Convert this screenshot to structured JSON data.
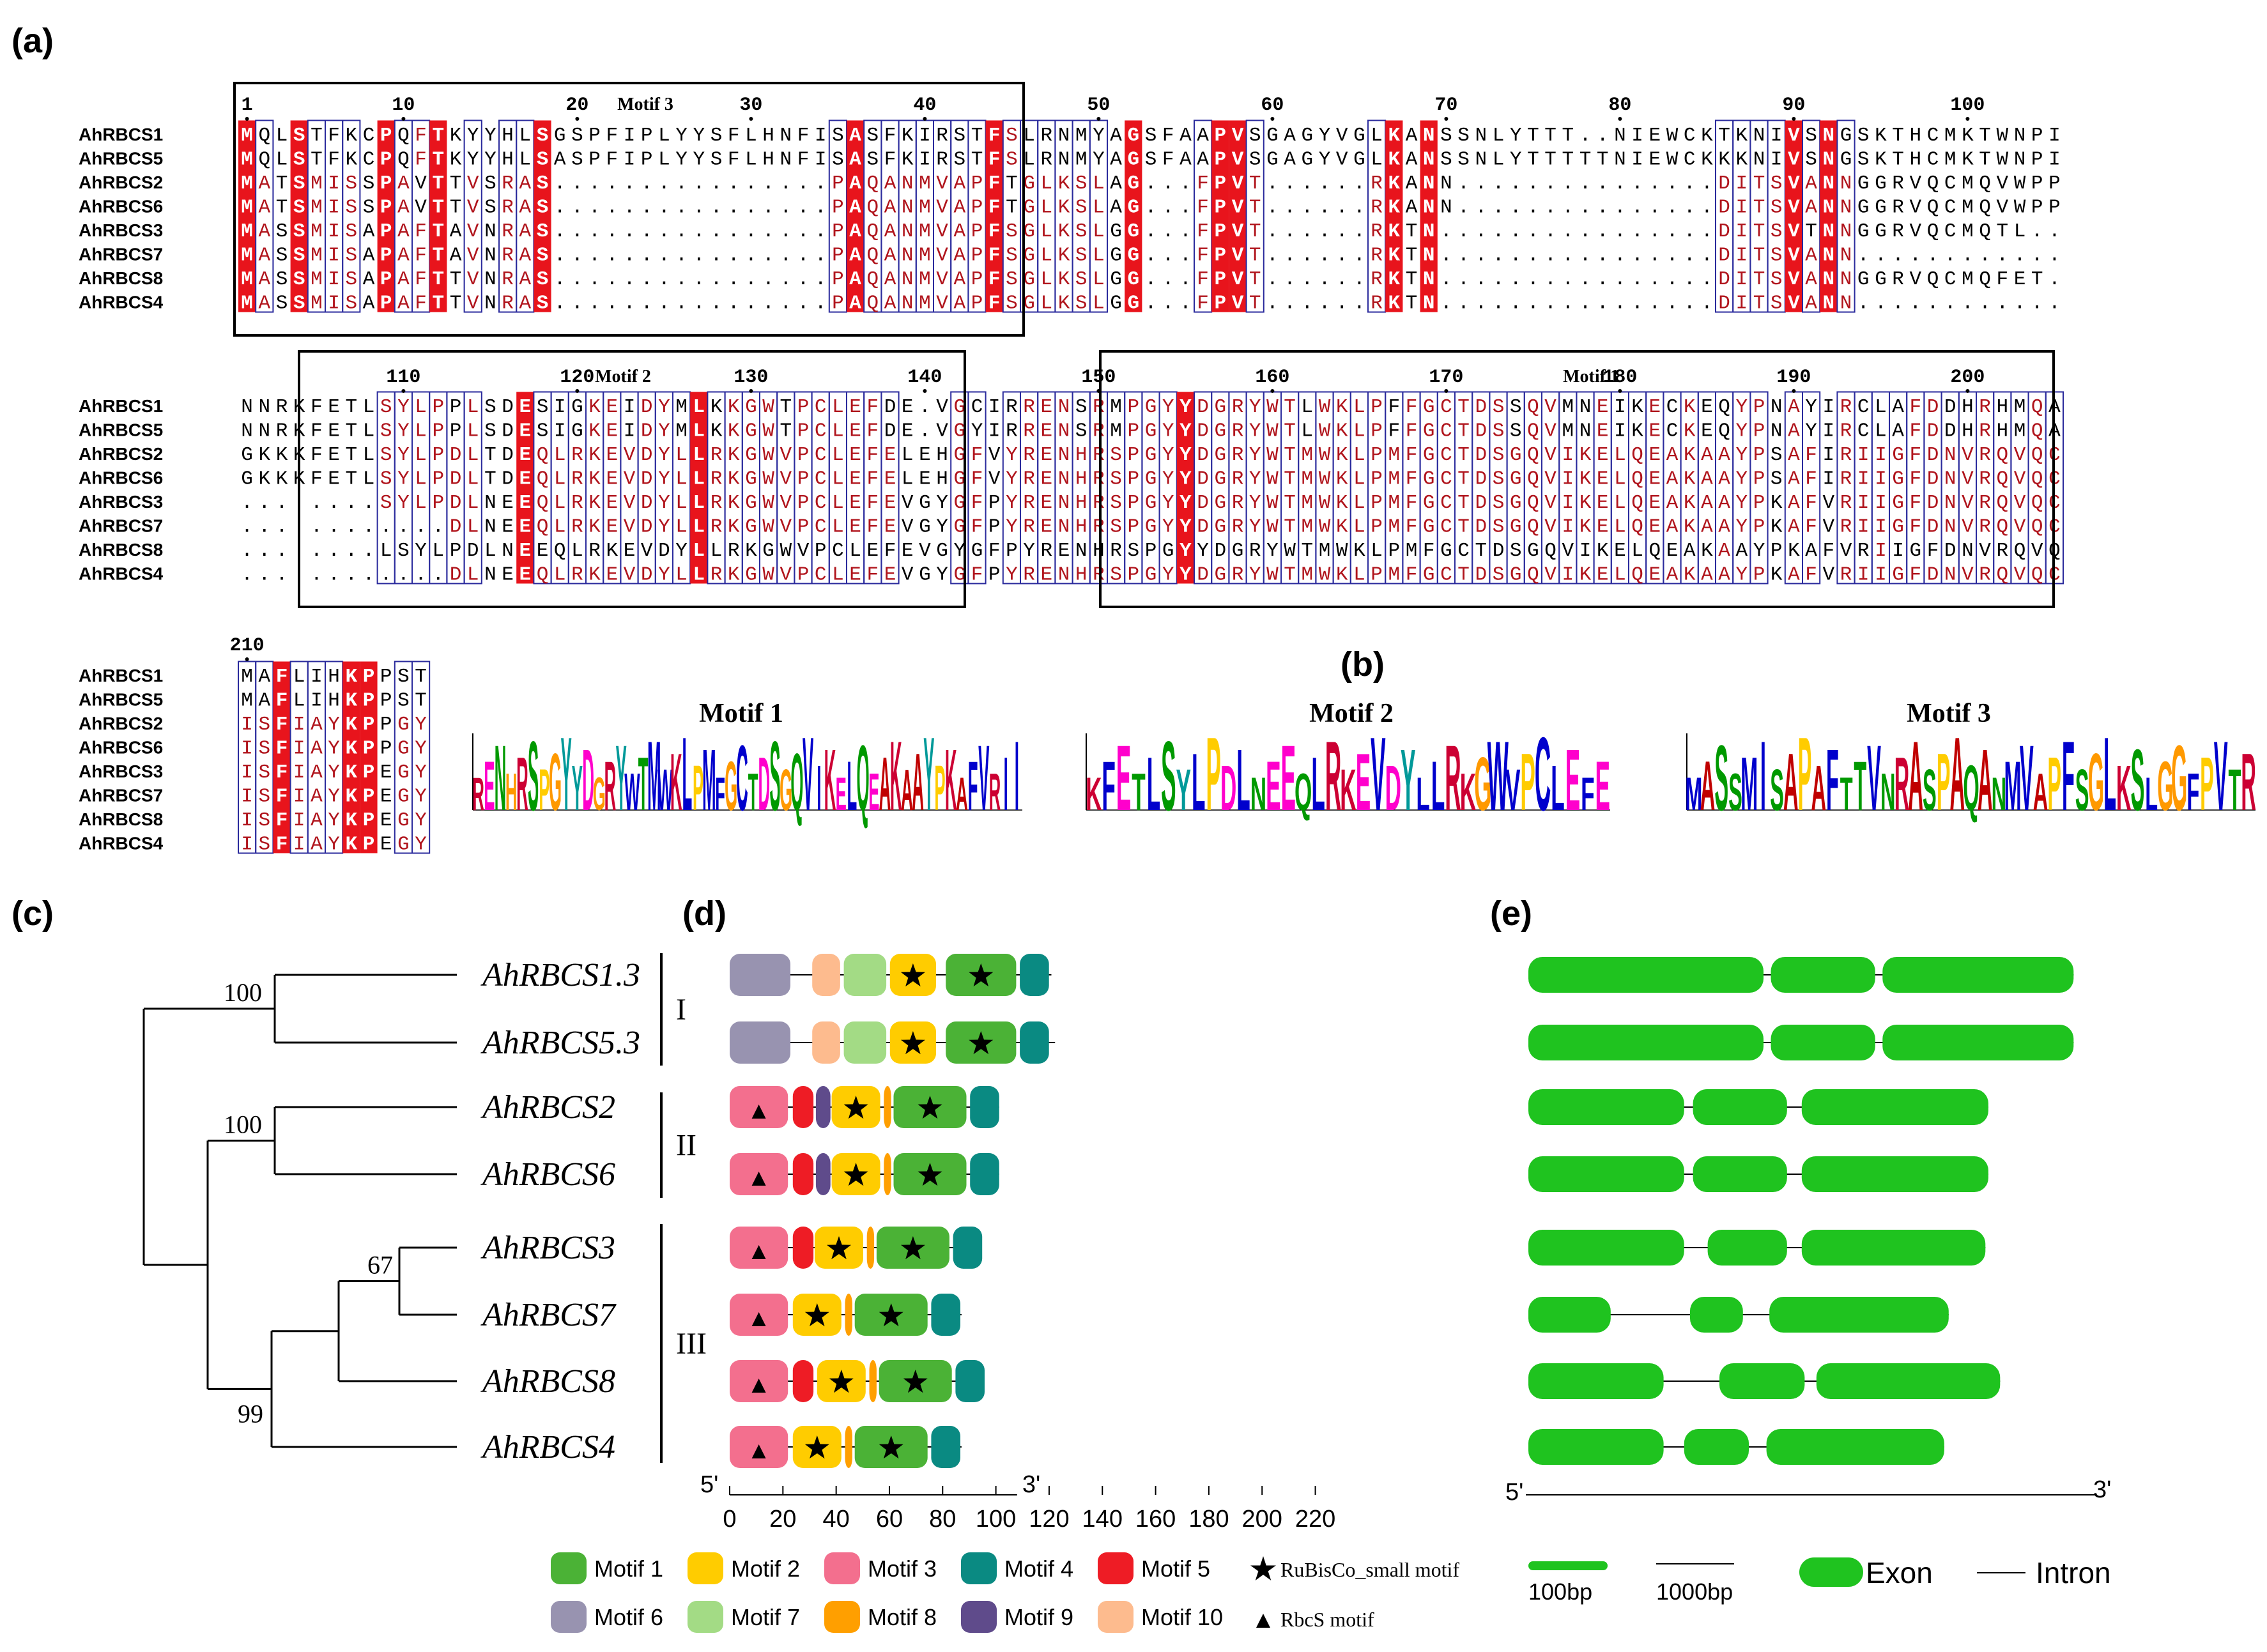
{
  "panel_labels": {
    "a": "(a)",
    "b": "(b)",
    "c": "(c)",
    "d": "(d)",
    "e": "(e)"
  },
  "alignment": {
    "names": [
      "AhRBCS1",
      "AhRBCS5",
      "AhRBCS2",
      "AhRBCS6",
      "AhRBCS3",
      "AhRBCS7",
      "AhRBCS8",
      "AhRBCS4"
    ],
    "block1": {
      "ticks": [
        {
          "label": "1",
          "col": 0
        },
        {
          "label": "10",
          "col": 9
        },
        {
          "label": "20",
          "col": 19
        },
        {
          "label": "30",
          "col": 29
        },
        {
          "label": "40",
          "col": 39
        },
        {
          "label": "50",
          "col": 49
        },
        {
          "label": "60",
          "col": 59
        },
        {
          "label": "70",
          "col": 69
        },
        {
          "label": "80",
          "col": 79
        },
        {
          "label": "90",
          "col": 89
        },
        {
          "label": "100",
          "col": 99
        }
      ],
      "motif_title": "Motif 3",
      "rows": [
        "MQLSTFKCPQFTKYYHLSGSPFIPLYYSFLHNFISASFKIRSTFSLRNMYAGSFAAPVSGAGYVGLKANSSNLYTTT..NIEWCKTKNIVSNGSKTHCMKTWNPI",
        "MQLSTFKCPQFTKYYHLSASPFIPLYYSFLHNFISASFKIRSTFSLRNMYAGSFAAPVSGAGYVGLKANSSNLYTTTTTNIEWCKKKNIVSNGSKTHCMKTWNPI",
        "MATSMISSPAVTTVSRAS................PAQANMVAPFTGLKSLAG...FPVT......RKANN...............DITSVANNGGRVQCMQVWPPV",
        "MATSMISSPAVTTVSRAS................PAQANMVAPFTGLKSLAG...FPVT......RKANN...............DITSVANNGGRVQCMQVWPPV",
        "MASSMISAPAFTAVNRAS................PAQANMVAPFSGLKSLGG...FPVT......RKTN................DITSVTNNGGRVQCMQTL...",
        "MASSMISAPAFTAVNRAS................PAQANMVAPFSGLKSLGG...FPVT......RKTN................DITSVANN...........",
        "MASSMISAPAFTTVNRAS................PAQANMVAPFSGLKSLGG...FPVT......RKTN................DITSVANNGGRVQCMQFET..",
        "MASSMISAPAFTTVNRAS................PAQANMVAPFSGLKSLGG...FPVT......RKTN................DITSVANN..........."
      ]
    },
    "block2": {
      "ticks": [
        {
          "label": "110",
          "col": 9
        },
        {
          "label": "120",
          "col": 19
        },
        {
          "label": "130",
          "col": 29
        },
        {
          "label": "140",
          "col": 39
        },
        {
          "label": "150",
          "col": 49
        },
        {
          "label": "160",
          "col": 59
        },
        {
          "label": "170",
          "col": 69
        },
        {
          "label": "180",
          "col": 79
        },
        {
          "label": "190",
          "col": 89
        },
        {
          "label": "200",
          "col": 99
        }
      ],
      "motif_titles": [
        "Motif 2",
        "Motif 1"
      ],
      "rows": [
        "NNRKFETLSYLPPLSDESIGKEIDYMLKKGWTPCLEFDE.VGCIRRENSRMPGYYDGRYWTLWKLPFFGCTDSSQVMNEIKECKEQYPNAYIRCLAFDDHRHMQA",
        "NNRKFETLSYLPPLSDESIGKEIDYMLKKGWTPCLEFDE.VGYIRRENSRMPGYYDGRYWTLWKLPFFGCTDSSQVMNEIKECKEQYPNAYIRCLAFDDHRHMQA",
        "GKKKFETLSYLPDLTDEQLRKEVDYLLRKGWVPCLEFELEHGFVYRENHRSPGYYDGRYWTMWKLPMFGCTDSGQVIKELQEAKAAYPSAFIRIIGFDNVRQVQC",
        "GKKKFETLSYLPDLTDEQLRKEVDYLLRKGWVPCLEFELEHGFVYRENHRSPGYYDGRYWTMWKLPMFGCTDSGQVIKELQEAKAAYPSAFIRIIGFDNVRQVQC",
        "........SYLPDLNEEQLRKEVDYLLRKGWVPCLEFEVGYGFPYRENHRSPGYYDGRYWTMWKLPMFGCTDSGQVIKELQEAKAAYPKAFVRIIGFDNVRQVQC",
        "............DLNEEQLRKEVDYLLRKGWVPCLEFEVGYGFPYRENHRSPGYYDGRYWTMWKLPMFGCTDSGQVIKELQEAKAAYPKAFVRIIGFDNVRQVQC",
        "........LSYLPDLNEEQLRKEVDYLLRKGWVPCLEFEVGYGFPYRENHRSPGYYDGRYWTMWKLPMFGCTDSGQVIKELQEAKAAYPKAFVRIIGFDNVRQVQC",
        "............DLNEEQLRKEVDYLLRKGWVPCLEFEVGYGFPYRENHRSPGYYDGRYWTMWKLPMFGCTDSGQVIKELQEAKAAYPKAFVRIIGFDNVRQVQC"
      ]
    },
    "block3": {
      "ticks": [
        {
          "label": "210",
          "col": 0
        }
      ],
      "rows": [
        "MAFLIHKPPST",
        "MAFLIHKPPST",
        "ISFIAYKPPGY",
        "ISFIAYKPPGY",
        "ISFIAYKPEGY",
        "ISFIAYKPEGY",
        "ISFIAYKPEGY",
        "ISFIAYKPEGY"
      ]
    }
  },
  "logos": {
    "titles": [
      "Motif 1",
      "Motif 2",
      "Motif 3"
    ],
    "motif1_seq": "RENHRSPGYYDGRYWTMWKLPMFGCTDSGQVIKELQEAKAAYPKAFVRII",
    "motif2_seq": "KFETLSYLPDLNEEQLRKEVDYLLRKGWVPCLEFE",
    "motif3_seq": "MASSMISAPAFTTVNRASPAQANMVAPFSGLKSLGGFPVTR"
  },
  "tree": {
    "taxa": [
      "AhRBCS1.3",
      "AhRBCS5.3",
      "AhRBCS2",
      "AhRBCS6",
      "AhRBCS3",
      "AhRBCS7",
      "AhRBCS8",
      "AhRBCS4"
    ],
    "bootstrap": [
      "100",
      "100",
      "67",
      "99"
    ],
    "groups": [
      "I",
      "II",
      "III"
    ]
  },
  "motif_chart": {
    "axis_ticks": [
      "0",
      "20",
      "40",
      "60",
      "80",
      "100",
      "120",
      "140",
      "160",
      "180",
      "200",
      "220"
    ],
    "axis_start_label": "5'",
    "axis_end_label": "3'",
    "rows": [
      [
        [
          "m6",
          0,
          50
        ],
        [
          "m10",
          68,
          91
        ],
        [
          "m7",
          94,
          129
        ],
        [
          "m2",
          132,
          170
        ],
        [
          "m1",
          178,
          236
        ],
        [
          "m4",
          239,
          263
        ]
      ],
      [
        [
          "m6",
          0,
          50
        ],
        [
          "m10",
          68,
          91
        ],
        [
          "m7",
          94,
          129
        ],
        [
          "m2",
          132,
          170
        ],
        [
          "m1",
          178,
          236
        ],
        [
          "m4",
          239,
          263
        ]
      ],
      [
        [
          "m3",
          0,
          48
        ],
        [
          "m5",
          52,
          69
        ],
        [
          "m9",
          71,
          83
        ],
        [
          "m2",
          84,
          124
        ],
        [
          "m8",
          127,
          133
        ],
        [
          "m1",
          135,
          195
        ],
        [
          "m4",
          198,
          222
        ]
      ],
      [
        [
          "m3",
          0,
          48
        ],
        [
          "m5",
          52,
          69
        ],
        [
          "m9",
          71,
          83
        ],
        [
          "m2",
          84,
          124
        ],
        [
          "m8",
          127,
          133
        ],
        [
          "m1",
          135,
          195
        ],
        [
          "m4",
          198,
          222
        ]
      ],
      [
        [
          "m3",
          0,
          48
        ],
        [
          "m5",
          52,
          69
        ],
        [
          "m2",
          70,
          110
        ],
        [
          "m8",
          113,
          119
        ],
        [
          "m1",
          121,
          181
        ],
        [
          "m4",
          184,
          208
        ]
      ],
      [
        [
          "m3",
          0,
          48
        ],
        [
          "m2",
          52,
          92
        ],
        [
          "m8",
          95,
          101
        ],
        [
          "m1",
          103,
          163
        ],
        [
          "m4",
          166,
          190
        ]
      ],
      [
        [
          "m3",
          0,
          48
        ],
        [
          "m5",
          52,
          69
        ],
        [
          "m2",
          72,
          112
        ],
        [
          "m8",
          115,
          121
        ],
        [
          "m1",
          123,
          183
        ],
        [
          "m4",
          186,
          210
        ]
      ],
      [
        [
          "m3",
          0,
          48
        ],
        [
          "m2",
          52,
          92
        ],
        [
          "m8",
          95,
          101
        ],
        [
          "m1",
          103,
          163
        ],
        [
          "m4",
          166,
          190
        ]
      ]
    ],
    "row_lengths": [
      265,
      268,
      222,
      222,
      206,
      191,
      209,
      191
    ],
    "stars": [
      [
        2,
        1
      ],
      [
        1,
        1
      ],
      [
        1,
        1
      ],
      [
        1,
        1
      ],
      [
        1,
        1
      ],
      [
        1,
        1
      ],
      [
        1,
        1
      ],
      [
        1,
        1
      ]
    ]
  },
  "motif_colors": {
    "m1": "#4bb236",
    "m2": "#ffcc00",
    "m3": "#f36f8e",
    "m4": "#0a8a82",
    "m5": "#ee1c25",
    "m6": "#9893b0",
    "m7": "#a3db85",
    "m8": "#ff9f00",
    "m9": "#5f4b8b",
    "m10": "#fdbb8e"
  },
  "legend_d": {
    "items": [
      "Motif 1",
      "Motif 2",
      "Motif 3",
      "Motif 4",
      "Motif 5",
      "Motif 6",
      "Motif 7",
      "Motif 8",
      "Motif 9",
      "Motif 10"
    ],
    "star_label": "RuBisCo_small motif",
    "tri_label": "RbcS motif"
  },
  "gene_structure": {
    "exon_color": "#1fc31f",
    "rows": [
      [
        [
          0,
          160
        ],
        [
          165,
          236
        ],
        [
          241,
          371
        ]
      ],
      [
        [
          0,
          160
        ],
        [
          165,
          236
        ],
        [
          241,
          371
        ]
      ],
      [
        [
          0,
          106
        ],
        [
          112,
          176
        ],
        [
          186,
          313
        ]
      ],
      [
        [
          0,
          106
        ],
        [
          112,
          176
        ],
        [
          186,
          313
        ]
      ],
      [
        [
          0,
          106
        ],
        [
          122,
          176
        ],
        [
          186,
          311
        ]
      ],
      [
        [
          0,
          56
        ],
        [
          110,
          146
        ],
        [
          164,
          286
        ]
      ],
      [
        [
          0,
          92
        ],
        [
          130,
          188
        ],
        [
          196,
          321
        ]
      ],
      [
        [
          0,
          92
        ],
        [
          106,
          150
        ],
        [
          162,
          283
        ]
      ]
    ],
    "axis_start_label": "5'",
    "axis_end_label": "3'"
  },
  "legend_e": {
    "scale1": "100bp",
    "scale2": "1000bp",
    "exon": "Exon",
    "intron": "Intron"
  }
}
